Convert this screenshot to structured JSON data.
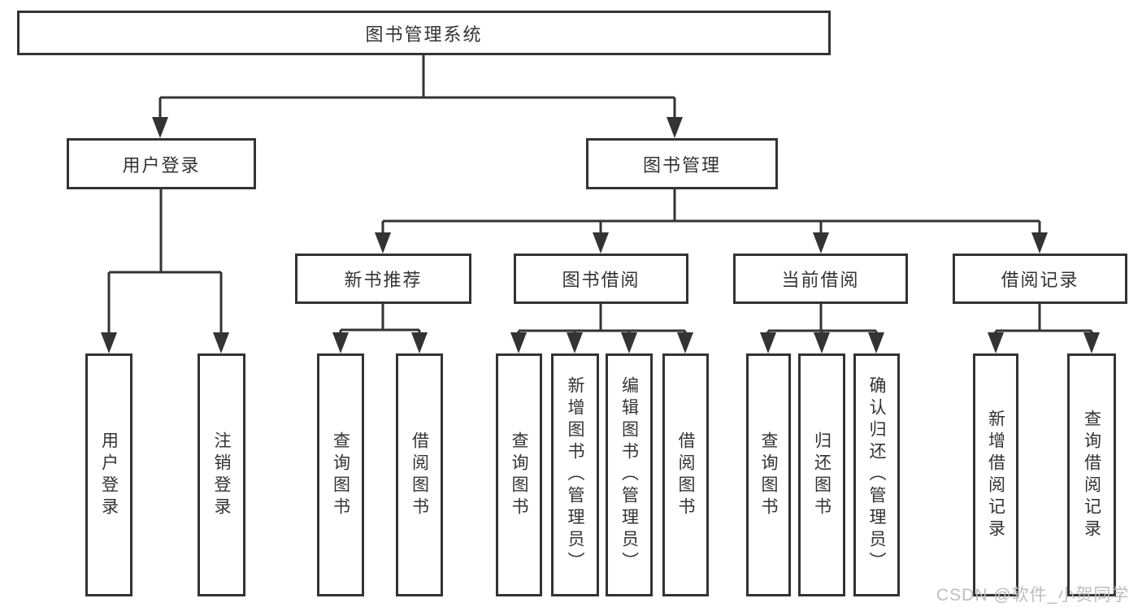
{
  "diagram_title": "图书管理系统",
  "colors": {
    "line": "#333333",
    "box_border": "#333333",
    "text": "#333333",
    "background": "#ffffff",
    "watermark": "#b9b9b9"
  },
  "watermark": {
    "text": "CSDN @软件_小贺同学"
  },
  "tree": {
    "label": "图书管理系统",
    "children": [
      {
        "label": "用户登录",
        "children": [
          {
            "label": "用户登录"
          },
          {
            "label": "注销登录"
          }
        ]
      },
      {
        "label": "图书管理",
        "children": [
          {
            "label": "新书推荐",
            "children": [
              {
                "label": "查询图书"
              },
              {
                "label": "借阅图书"
              }
            ]
          },
          {
            "label": "图书借阅",
            "children": [
              {
                "label": "查询图书"
              },
              {
                "label": "新增图书（管理员）"
              },
              {
                "label": "编辑图书（管理员）"
              },
              {
                "label": "借阅图书"
              }
            ]
          },
          {
            "label": "当前借阅",
            "children": [
              {
                "label": "查询图书"
              },
              {
                "label": "归还图书"
              },
              {
                "label": "确认归还（管理员）"
              }
            ]
          },
          {
            "label": "借阅记录",
            "children": [
              {
                "label": "新增借阅记录"
              },
              {
                "label": "查询借阅记录"
              }
            ]
          }
        ]
      }
    ]
  }
}
